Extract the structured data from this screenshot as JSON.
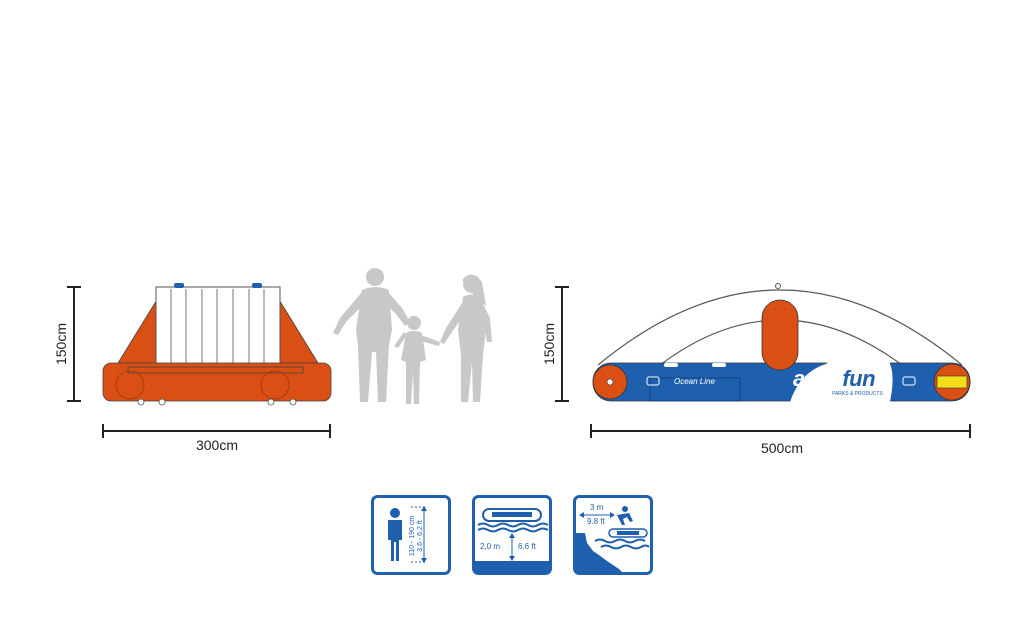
{
  "front_view": {
    "height_label": "150cm",
    "width_label": "300cm",
    "color_body": "#d94f14",
    "color_panel": "#ffffff"
  },
  "side_view": {
    "height_label": "150cm",
    "width_label": "500cm",
    "color_body": "#1e5fae",
    "color_accent": "#d94f14",
    "product_name": "Ocean Line",
    "brand_left": "aqua",
    "brand_right": "fun",
    "brand_tagline": "PARKS & PRODUCTS"
  },
  "people_silhouette": {
    "icon": "family-silhouette-icon",
    "color": "#c8c8c8"
  },
  "icons": {
    "user_height": {
      "range_cm": "110 - 190 cm",
      "range_ft": "3.6 - 6.2 ft"
    },
    "water_depth": {
      "metric": "2,0 m",
      "imperial": "6.6 ft"
    },
    "safety_distance": {
      "metric": "3 m",
      "imperial": "9.8 ft"
    },
    "border_color": "#1e5fae"
  }
}
